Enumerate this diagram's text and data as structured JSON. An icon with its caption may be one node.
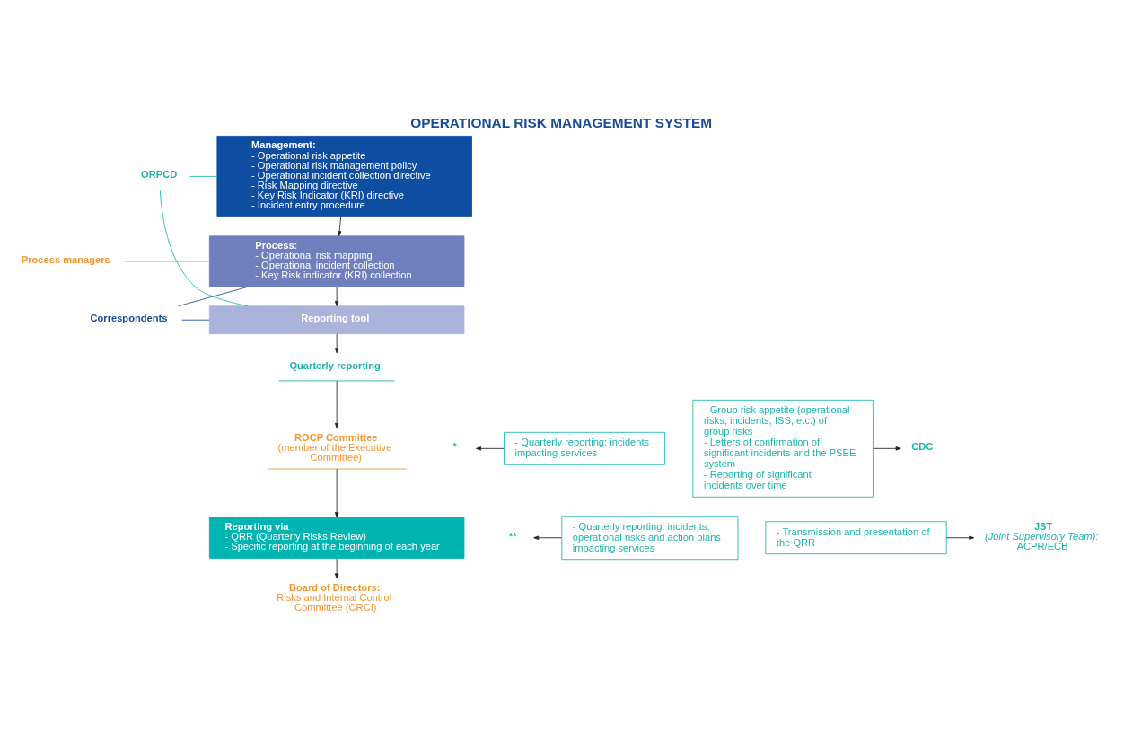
{
  "diagram": {
    "title": "OPERATIONAL RISK MANAGEMENT SYSTEM",
    "nodes": [
      {
        "text": [
          "Management:",
          "- Operational risk appetite",
          "- Operational risk management policy",
          "- Operational incident collection directive",
          "- Risk Mapping directive",
          "- Key Risk Indicator (KRI) directive",
          "- Incident entry procedure"
        ]
      },
      {
        "text": [
          "Process:",
          "- Operational risk mapping",
          "- Operational incident collection",
          "- Key Risk indicator (KRI) collection"
        ]
      },
      {
        "text": [
          "Reporting tool"
        ]
      },
      {
        "text": [
          "Quarterly reporting"
        ]
      },
      {
        "text": [
          "ROCP Committee",
          "(member of the Executive Committee)"
        ]
      },
      {
        "text": [
          "Reporting via",
          "- QRR (Quarterly Risks Review)",
          "- Specific reporting at the beginning of each year"
        ]
      },
      {
        "text": [
          "Board of Directors:",
          "Risks and Internal Control Committee (CRCI)"
        ]
      },
      {
        "text": [
          "ORPCD"
        ]
      },
      {
        "text": [
          "Process managers"
        ]
      },
      {
        "text": [
          "Correspondents"
        ]
      },
      {
        "text": [
          "- Quarterly reporting: incidents impacting services"
        ]
      },
      {
        "text": [
          "*"
        ]
      },
      {
        "text": [
          "- Quarterly reporting: incidents, operational risks and action plans impacting services"
        ]
      },
      {
        "text": [
          "**"
        ]
      },
      {
        "text": [
          "- Group risk appetite (operational risks, incidents, ISS, etc.) of group risks",
          "- Letters of confirmation of significant incidents and the PSEE system",
          "- Reporting of significant incidents over time"
        ]
      },
      {
        "text": [
          "CDC"
        ]
      },
      {
        "text": [
          "- Transmission and presentation of the QRR"
        ]
      },
      {
        "text": [
          "JST",
          "(Joint Supervisory Team):",
          "ACPR/ECB"
        ]
      }
    ],
    "edges": [
      {
        "from": 0,
        "to": 1,
        "arrow": "to"
      },
      {
        "from": 1,
        "to": 2,
        "arrow": "to"
      },
      {
        "from": 2,
        "to": 3,
        "arrow": "to"
      },
      {
        "from": 3,
        "to": 4,
        "arrow": "to"
      },
      {
        "from": 4,
        "to": 5,
        "arrow": "to"
      },
      {
        "from": 5,
        "to": 6,
        "arrow": "to"
      },
      {
        "from": 7,
        "to": 0,
        "arrow": "none",
        "color": "#1bb5ae"
      },
      {
        "from": 7,
        "to": 2,
        "arrow": "none",
        "color": "#1bb5ae"
      },
      {
        "from": 8,
        "to": 1,
        "arrow": "none",
        "color": "#f39530"
      },
      {
        "from": 9,
        "to": 1,
        "arrow": "none",
        "color": "#1a4c96"
      },
      {
        "from": 9,
        "to": 2,
        "arrow": "none",
        "color": "#1a4c96"
      },
      {
        "from": 10,
        "to": 11,
        "arrow": "to"
      },
      {
        "from": 12,
        "to": 13,
        "arrow": "to"
      },
      {
        "from": 14,
        "to": 15,
        "arrow": "to"
      },
      {
        "from": 16,
        "to": 17,
        "arrow": "to"
      }
    ]
  }
}
